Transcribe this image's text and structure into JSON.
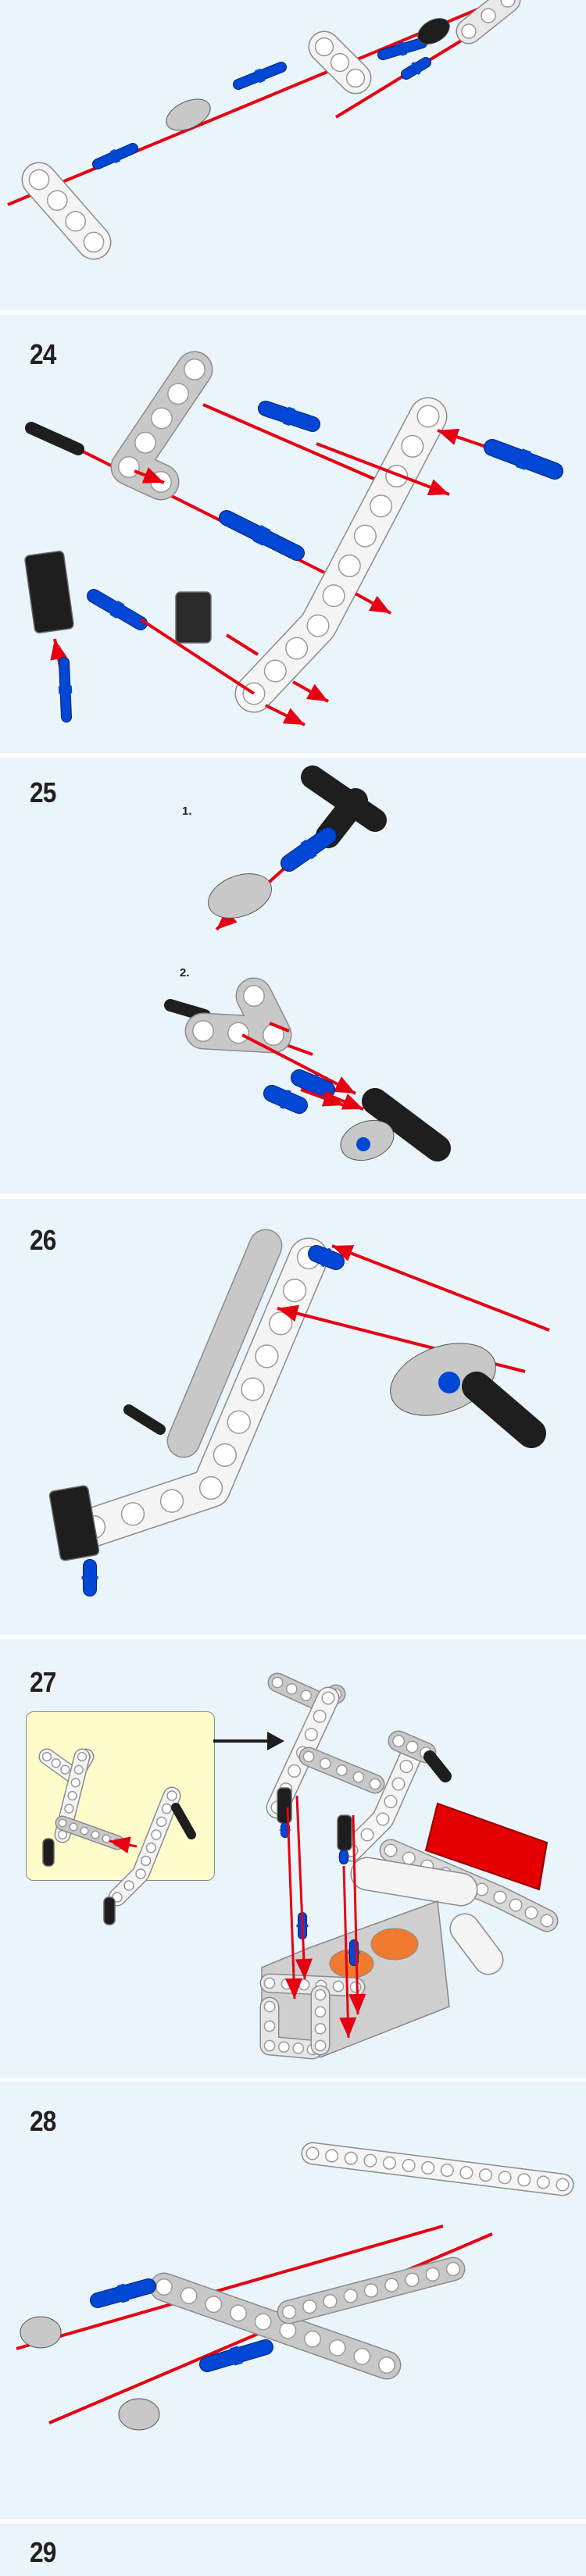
{
  "steps": [
    {
      "number": ""
    },
    {
      "number": "24"
    },
    {
      "number": "25",
      "substeps": [
        "1.",
        "2."
      ]
    },
    {
      "number": "26"
    },
    {
      "number": "27"
    },
    {
      "number": "28"
    },
    {
      "number": "29"
    }
  ],
  "colors": {
    "background": "#eaf4fb",
    "arrow": "#e60012",
    "pin_blue": "#0047d6",
    "beam_white": "#f4f4f4",
    "beam_grey": "#c8c8c8",
    "black_part": "#1e1e1e",
    "callout": "#fffccc",
    "red_part": "#e40000"
  }
}
